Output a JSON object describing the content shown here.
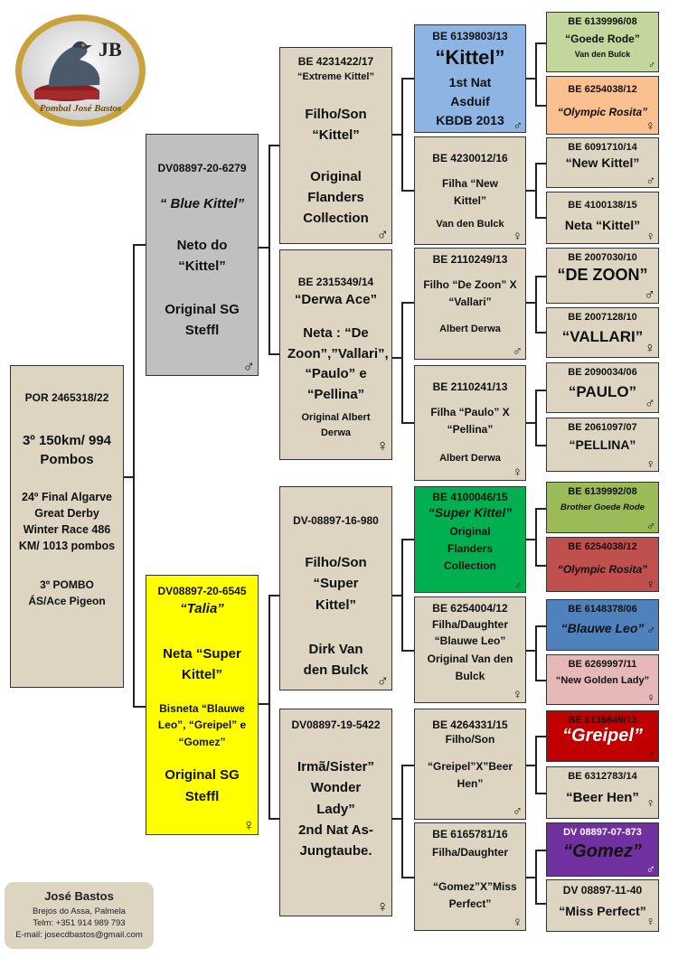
{
  "logo": {
    "initials": "JB",
    "text": "Pombal José Bastos"
  },
  "subject": {
    "ring": "POR 2465318/22",
    "result1": "3º 150km/ 994 Pombos",
    "result2": "24º Final Algarve Great Derby Winter Race 486 KM/ 1013 pombos",
    "result3": "3º POMBO ÁS/Ace Pigeon"
  },
  "sire": {
    "ring": "DV08897-20-6279",
    "name": "“ Blue Kittel”",
    "desc": "Neto do “Kittel”",
    "origin": "Original SG Steffl",
    "sex": "♂"
  },
  "dam": {
    "ring": "DV08897-20-6545",
    "name": "“Talia”",
    "desc": "Neta “Super Kittel”",
    "desc2": "Bisneta “Blauwe Leo”, “Greipel” e “Gomez”",
    "origin": "Original SG Steffl",
    "sex": "♀"
  },
  "gen2": [
    {
      "ring": "BE 4231422/17",
      "name": "“Extreme Kittel”",
      "desc": "Filho/Son “Kittel”",
      "origin": "Original Flanders Collection",
      "sex": "♂"
    },
    {
      "ring": "BE 2315349/14",
      "name": "“Derwa Ace”",
      "desc": "Neta : “De Zoon”,”Vallari”, “Paulo” e “Pellina”",
      "origin": "Original Albert Derwa",
      "sex": "♀"
    },
    {
      "ring": "DV-08897-16-980",
      "name": "",
      "desc": "Filho/Son “Super Kittel”",
      "origin": "Dirk Van den Bulck",
      "sex": "♂"
    },
    {
      "ring": "DV08897-19-5422",
      "name": "",
      "desc": "Irmã/Sister” Wonder Lady”",
      "origin": "2nd Nat As-Jungtaube.",
      "sex": "♀"
    }
  ],
  "gen3": [
    {
      "ring": "BE 6139803/13",
      "name": "“Kittel”",
      "desc": "1st Nat Asduif KBDB 2013",
      "origin": "",
      "sex": "♂"
    },
    {
      "ring": "BE 4230012/16",
      "name": "Filha “New Kittel”",
      "desc": "",
      "origin": "Van den Bulck",
      "sex": "♀"
    },
    {
      "ring": "BE 2110249/13",
      "name": "Filho “De Zoon” X “Vallari”",
      "desc": "",
      "origin": "Albert Derwa",
      "sex": "♂"
    },
    {
      "ring": "BE 2110241/13",
      "name": "Filha “Paulo” X “Pellina”",
      "desc": "",
      "origin": "Albert Derwa",
      "sex": "♀"
    },
    {
      "ring": "BE 4100046/15",
      "name": "“Super Kittel”",
      "desc": "",
      "origin": "Original Flanders Collection",
      "sex": "♂"
    },
    {
      "ring": "BE 6254004/12",
      "name": "Filha/Daughter “Blauwe Leo”",
      "desc": "",
      "origin": "Original Van den Bulck",
      "sex": "♀"
    },
    {
      "ring": "BE 4264331/15",
      "name": "Filho/Son",
      "desc": "“Greipel”X”Beer Hen”",
      "origin": "",
      "sex": "♂"
    },
    {
      "ring": "BE 6165781/16",
      "name": "Filha/Daughter",
      "desc": "“Gomez”X”Miss Perfect”",
      "origin": "",
      "sex": "♀"
    }
  ],
  "gen4": [
    {
      "ring": "BE 6139996/08",
      "name": "“Goede Rode”",
      "extra": "Van den Bulck",
      "sex": "♂"
    },
    {
      "ring": "BE 6254038/12",
      "name": "“Olympic Rosita”",
      "extra": "",
      "sex": "♀"
    },
    {
      "ring": "BE 6091710/14",
      "name": "“New Kittel”",
      "extra": "",
      "sex": "♂"
    },
    {
      "ring": "BE 4100138/15",
      "name": "Neta “Kittel”",
      "extra": "",
      "sex": "♀"
    },
    {
      "ring": "BE 2007030/10",
      "name": "“DE ZOON”",
      "extra": "",
      "sex": "♂"
    },
    {
      "ring": "BE 2007128/10",
      "name": "“VALLARI”",
      "extra": "",
      "sex": "♀"
    },
    {
      "ring": "BE 2090034/06",
      "name": "“PAULO”",
      "extra": "",
      "sex": "♂"
    },
    {
      "ring": "BE 2061097/07",
      "name": "“PELLINA”",
      "extra": "",
      "sex": "♀"
    },
    {
      "ring": "BE 6139992/08",
      "name": "Brother Goede Rode",
      "extra": "",
      "sex": "♂"
    },
    {
      "ring": "BE 6254038/12",
      "name": "“Olympic Rosita”",
      "extra": "",
      "sex": "♀"
    },
    {
      "ring": "BE 6148378/06",
      "name": "“Blauwe Leo”",
      "extra": "",
      "sex": "♂"
    },
    {
      "ring": "BE 6269997/11",
      "name": "“New Golden Lady”",
      "extra": "",
      "sex": "♀"
    },
    {
      "ring": "BE 6139849/13",
      "name": "“Greipel”",
      "extra": "",
      "sex": "♂"
    },
    {
      "ring": "BE 6312783/14",
      "name": "“Beer Hen”",
      "extra": "",
      "sex": "♀"
    },
    {
      "ring": "DV 08897-07-873",
      "name": "“Gomez”",
      "extra": "",
      "sex": "♂"
    },
    {
      "ring": "DV 08897-11-40",
      "name": "“Miss Perfect”",
      "extra": "",
      "sex": "♀"
    }
  ],
  "contact": {
    "name": "José Bastos",
    "address": "Brejos do Assa, Palmela",
    "phone": "Telm: +351 914 989 793",
    "email": "E-mail: josecdbastos@gmail.com"
  },
  "colors": {
    "box": "#ddd5c2",
    "sire": "#c0c0c0",
    "dam": "#ffff00",
    "kittel": "#8eb4e3",
    "goede_rode": "#c3d69b",
    "olympic_rosita_top": "#fac090",
    "super_kittel": "#00b050",
    "brother_goede_rode": "#9bbb59",
    "olympic_rosita_bottom": "#c0504d",
    "blauwe_leo": "#4f81bd",
    "new_golden_lady": "#e6b9b8",
    "greipel": "#c00000",
    "gomez": "#7030a0"
  }
}
